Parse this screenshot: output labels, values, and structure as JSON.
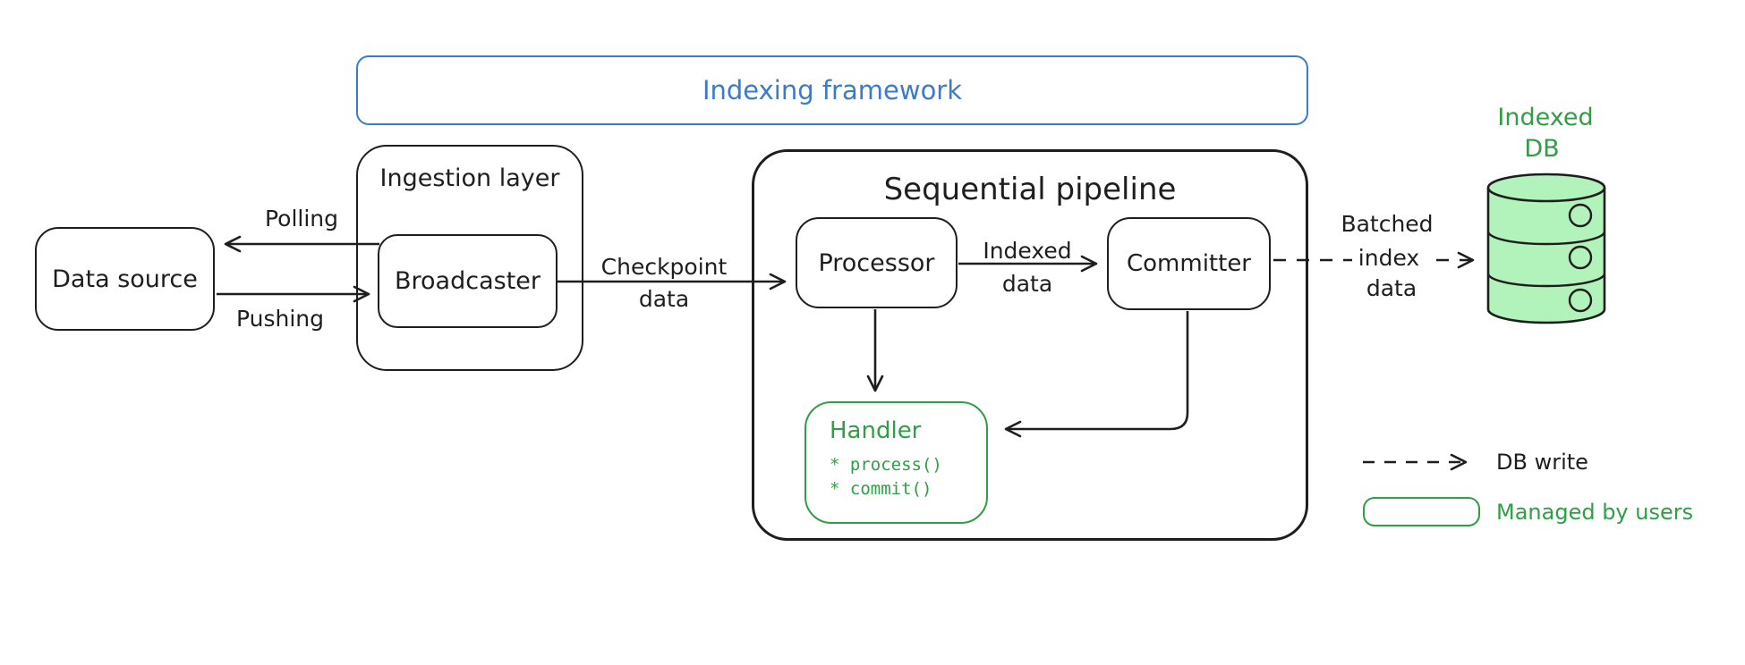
{
  "colors": {
    "ink": "#1e1e1e",
    "blue": "#3b7bc8",
    "green": "#2f9e44",
    "green_fill": "#b2f2bb",
    "background": "#ffffff"
  },
  "frame": {
    "title": "Indexing framework"
  },
  "nodes": {
    "data_source": {
      "label": "Data source"
    },
    "ingestion": {
      "label": "Ingestion layer"
    },
    "broadcaster": {
      "label": "Broadcaster"
    },
    "pipeline": {
      "label": "Sequential pipeline"
    },
    "processor": {
      "label": "Processor"
    },
    "committer": {
      "label": "Committer"
    },
    "handler": {
      "title": "Handler",
      "methods": [
        "* process()",
        "* commit()"
      ]
    },
    "indexed_db": {
      "line1": "Indexed",
      "line2": "DB"
    }
  },
  "edges": {
    "polling": {
      "label": "Polling"
    },
    "pushing": {
      "label": "Pushing"
    },
    "checkpoint": {
      "line1": "Checkpoint",
      "line2": "data"
    },
    "indexed": {
      "line1": "Indexed",
      "line2": "data"
    },
    "batched": {
      "line1": "Batched",
      "line2": "index",
      "line3": "data"
    }
  },
  "legend": {
    "db_write": {
      "label": "DB write"
    },
    "managed": {
      "label": "Managed by users"
    }
  }
}
